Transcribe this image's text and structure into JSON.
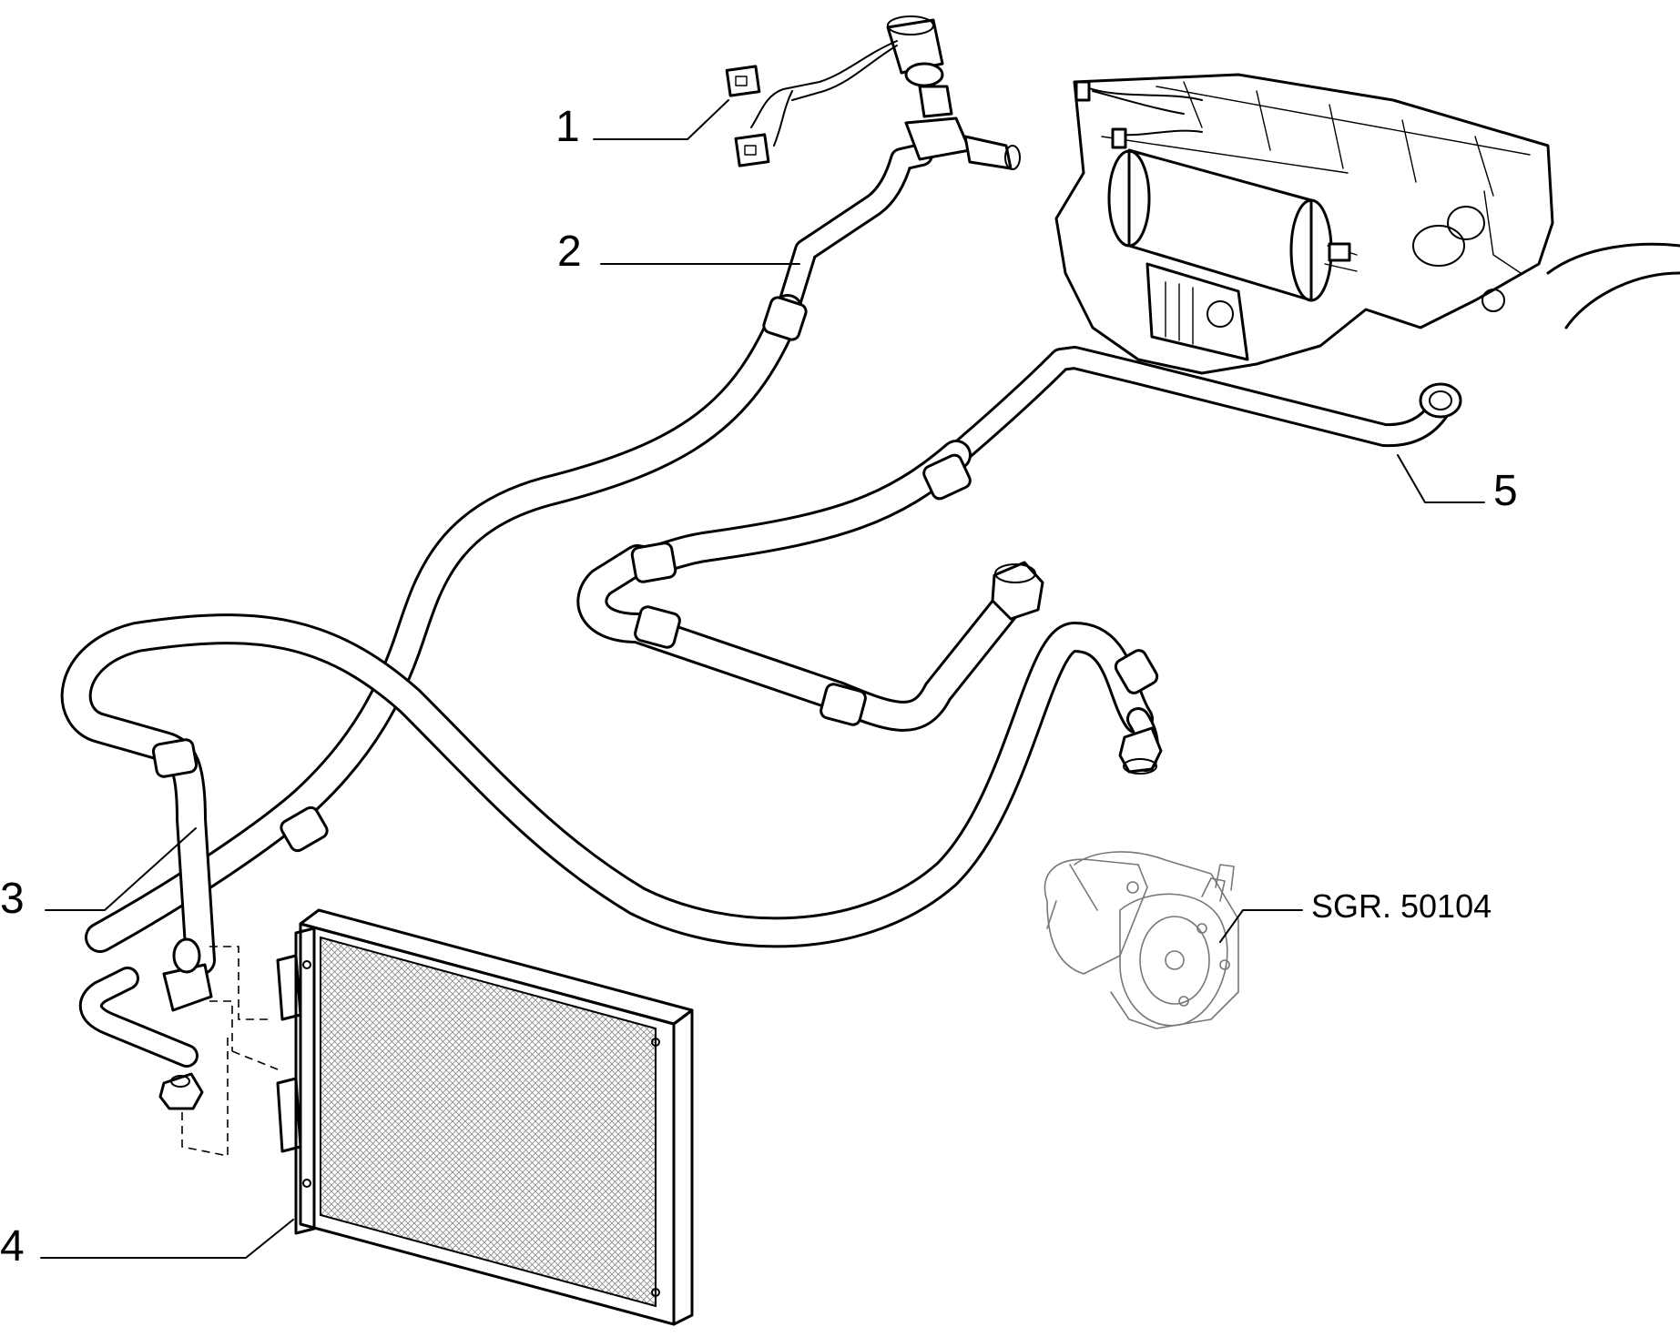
{
  "callouts": [
    {
      "id": "1",
      "text": "1"
    },
    {
      "id": "2",
      "text": "2"
    },
    {
      "id": "3",
      "text": "3"
    },
    {
      "id": "4",
      "text": "4"
    },
    {
      "id": "5",
      "text": "5"
    }
  ],
  "reference": {
    "text": "SGR. 50104"
  },
  "colors": {
    "line": "#000000",
    "background": "#ffffff",
    "ghost_part": "#777777"
  }
}
